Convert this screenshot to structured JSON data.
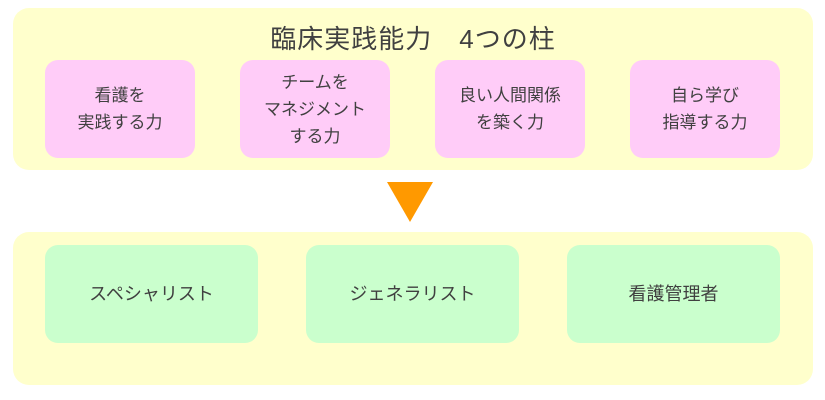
{
  "colors": {
    "canvas_bg": "#FFFFFF",
    "panel_bg": "#FFFFCC",
    "pillar_bg": "#FFCCF8",
    "role_bg": "#CAFFCD",
    "arrow_color": "#FF9900",
    "text_color": "#404040"
  },
  "header": {
    "title": "臨床実践能力　4つの柱"
  },
  "pillars": {
    "items": [
      {
        "label": "看護を\n実践する力"
      },
      {
        "label": "チームを\nマネジメント\nする力"
      },
      {
        "label": "良い人間関係\nを築く力"
      },
      {
        "label": "自ら学び\n指導する力"
      }
    ]
  },
  "arrow": {
    "name": "down-arrow",
    "direction": "down"
  },
  "roles": {
    "items": [
      {
        "label": "スペシャリスト"
      },
      {
        "label": "ジェネラリスト"
      },
      {
        "label": "看護管理者"
      }
    ]
  }
}
